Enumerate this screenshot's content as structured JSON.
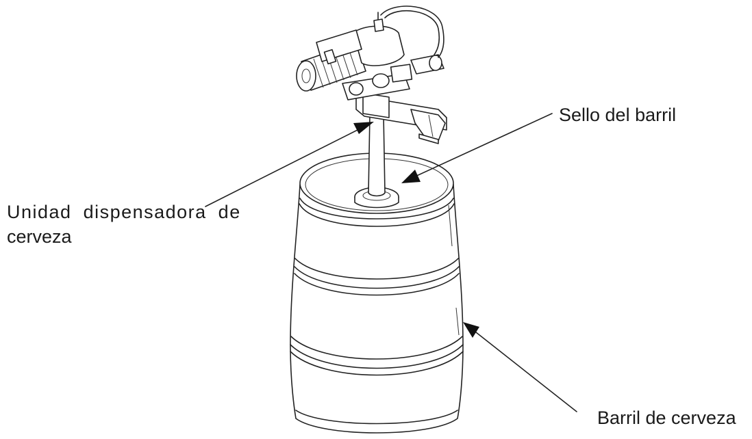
{
  "labels": {
    "seal": "Sello del barril",
    "unit_line1": "Unidad dispensadora de",
    "unit_line2": "cerveza",
    "keg": "Barril de cerveza"
  },
  "colors": {
    "line": "#222222",
    "background": "#ffffff"
  }
}
